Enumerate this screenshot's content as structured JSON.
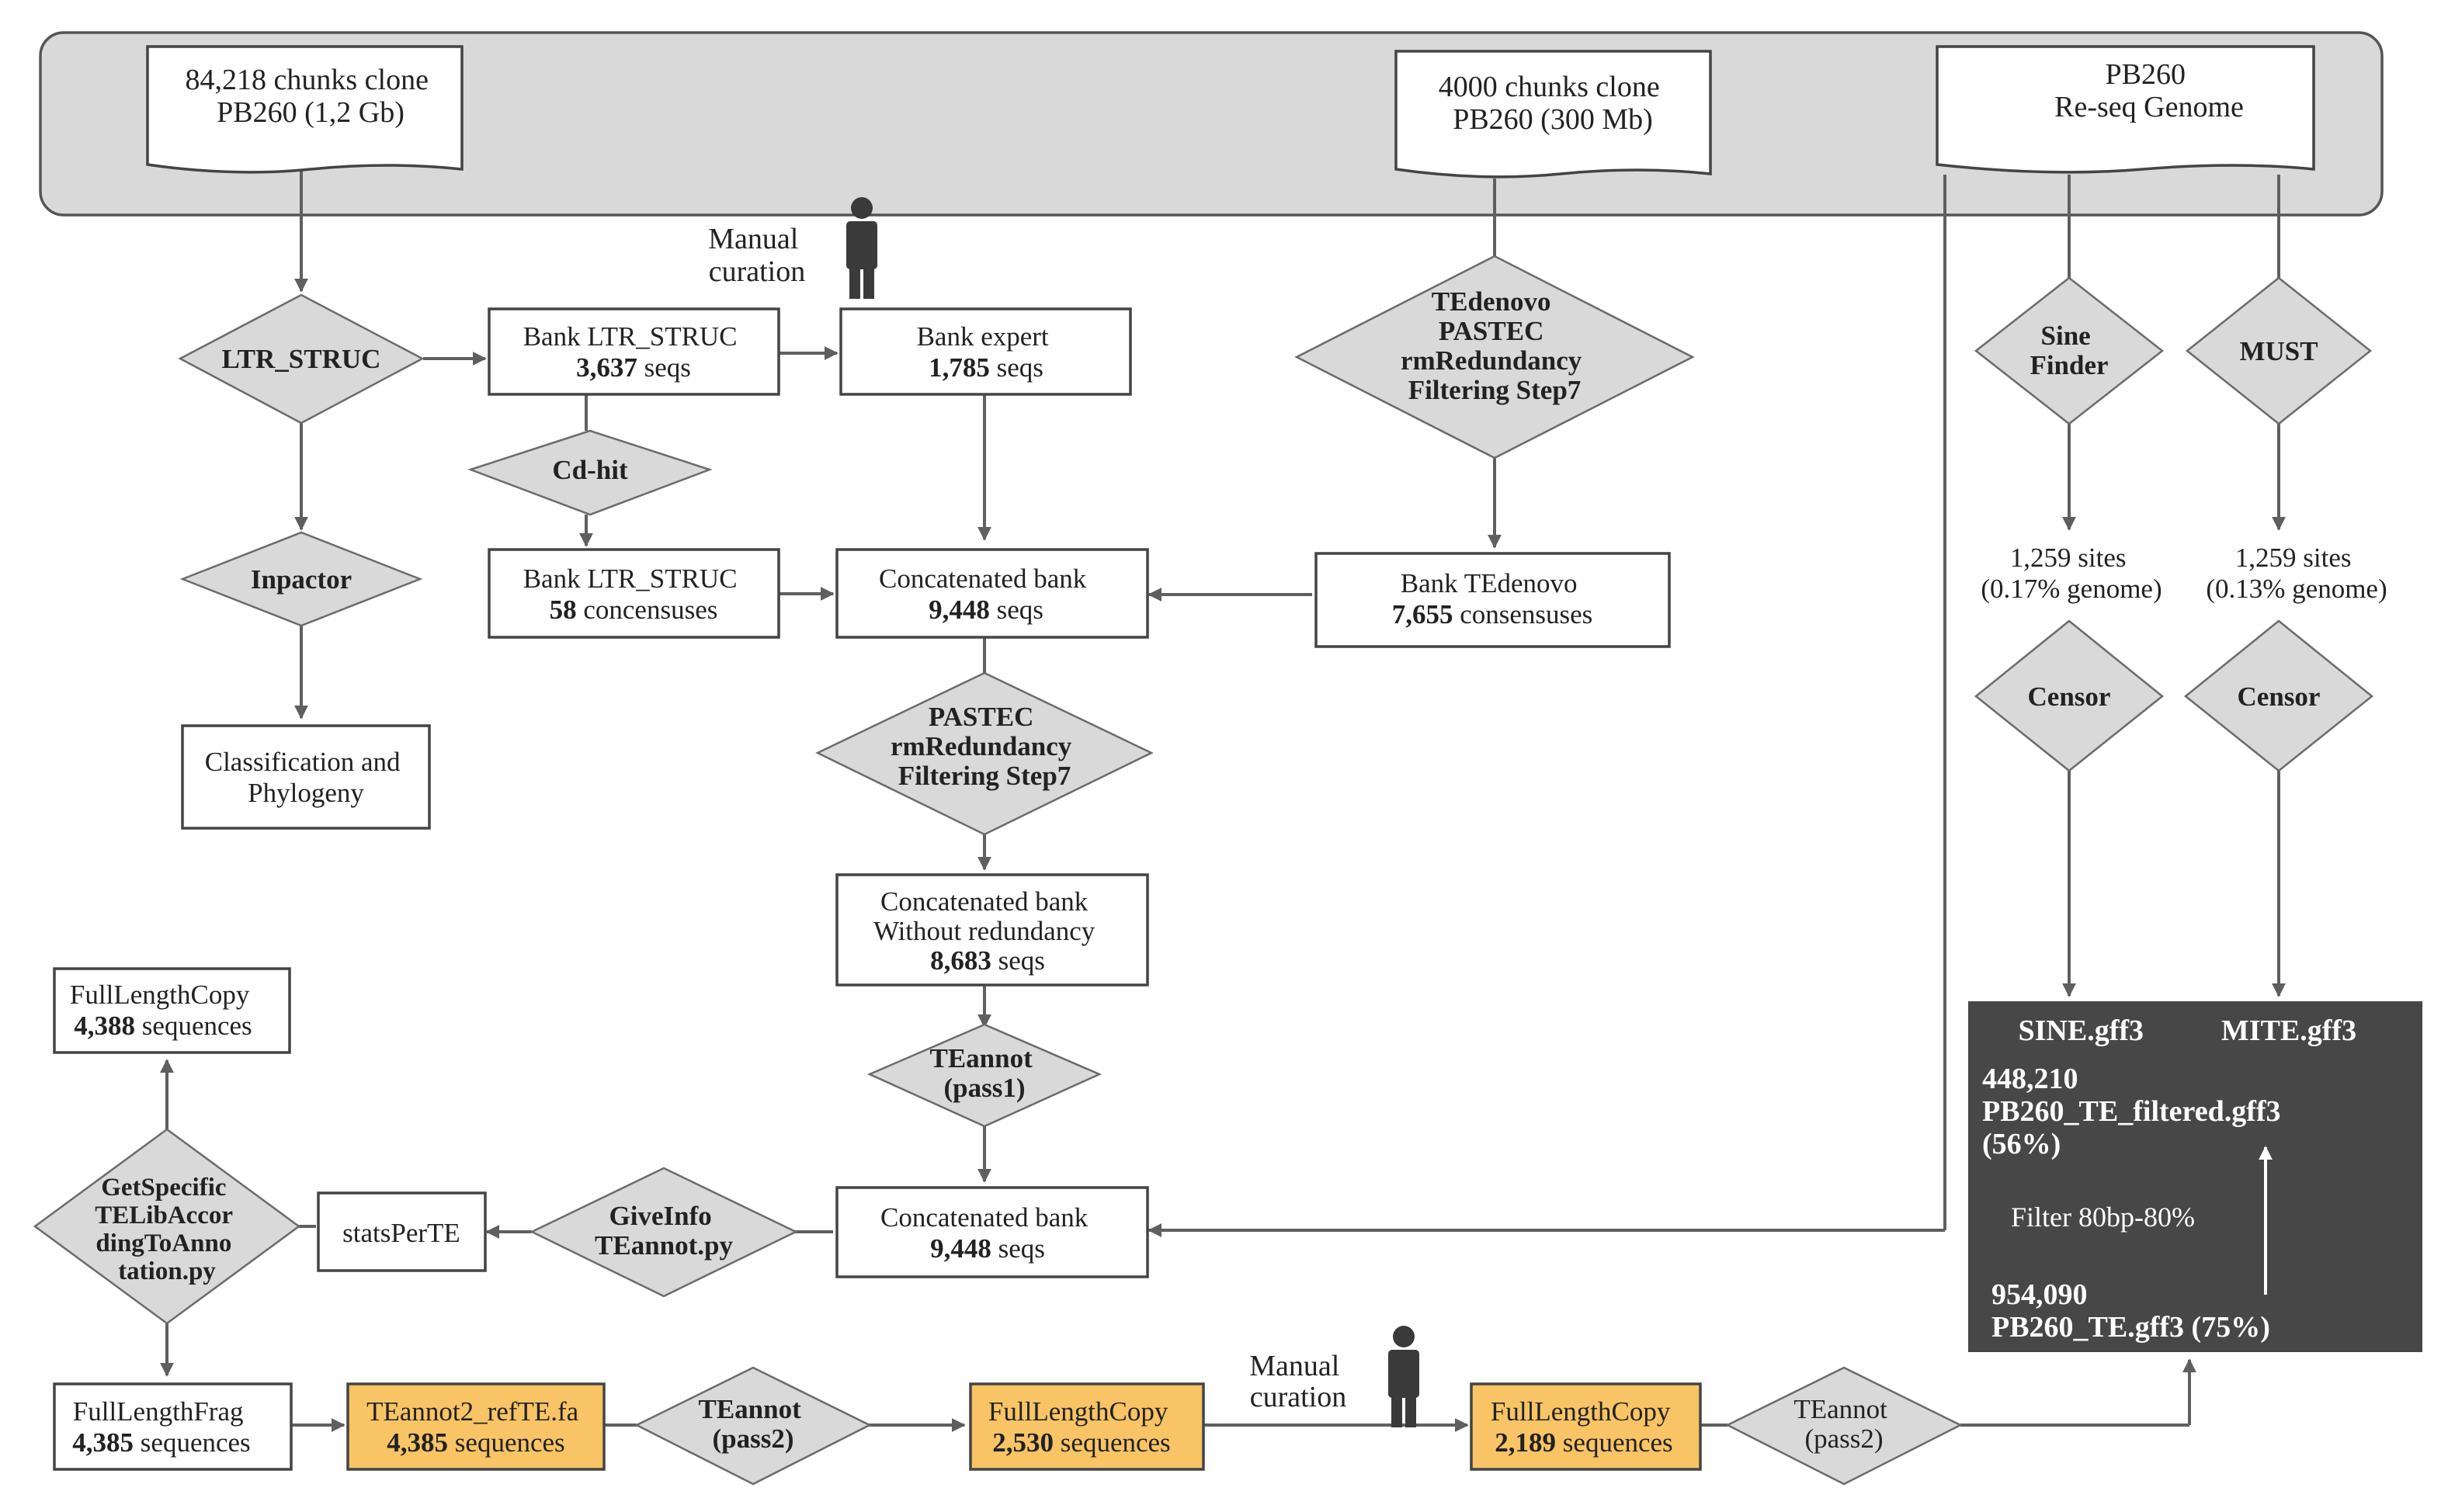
{
  "sources": {
    "clone_1": [
      "84,218 chunks clone",
      "PB260 (1,2 Gb)"
    ],
    "clone_2": [
      "4000 chunks clone",
      "PB260 (300 Mb)"
    ],
    "reseq": [
      "PB260",
      "Re-seq Genome"
    ]
  },
  "manual_curation": [
    "Manual",
    "curation"
  ],
  "processes": {
    "ltr_struc": [
      "LTR_STRUC"
    ],
    "inpactor": [
      "Inpactor"
    ],
    "cdhit": [
      "Cd-hit"
    ],
    "tedenovo": [
      "TEdenovo",
      "PASTEC",
      "rmRedundancy",
      "Filtering Step7"
    ],
    "sine_finder": [
      "Sine",
      "Finder"
    ],
    "must": [
      "MUST"
    ],
    "censor_1": [
      "Censor"
    ],
    "censor_2": [
      "Censor"
    ],
    "pastec": [
      "PASTEC",
      "rmRedundancy",
      "Filtering Step7"
    ],
    "teannot_pass1": [
      "TEannot",
      "(pass1)"
    ],
    "giveinfo": [
      "GiveInfo",
      "TEannot.py"
    ],
    "getspecific": [
      "GetSpecific",
      "TELibAccor",
      "dingToAnno",
      "tation.py"
    ],
    "teannot_pass2_a": [
      "TEannot",
      "(pass2)"
    ],
    "teannot_pass2_b": [
      "TEannot",
      "(pass2)"
    ]
  },
  "boxes": {
    "bank_ltr": {
      "line1": "Bank LTR_STRUC",
      "num": "3,637",
      "unit": " seqs"
    },
    "bank_expert": {
      "line1": "Bank expert",
      "num": "1,785",
      "unit": " seqs"
    },
    "bank_ltr_cons": {
      "line1": "Bank LTR_STRUC",
      "num": "58",
      "unit": " concensuses"
    },
    "concat_1": {
      "line1": "Concatenated bank",
      "num": "9,448",
      "unit": " seqs"
    },
    "bank_tedenovo": {
      "line1": "Bank TEdenovo",
      "num": "7,655",
      "unit": " consensuses"
    },
    "classification": {
      "line1": "Classification and",
      "line2": "Phylogeny"
    },
    "concat_nored": {
      "line1": "Concatenated bank",
      "line2": "Without redundancy",
      "num": "8,683",
      "unit": " seqs"
    },
    "concat_2": {
      "line1": "Concatenated bank",
      "num": "9,448",
      "unit": " seqs"
    },
    "statspertE": {
      "line1": "statsPerTE"
    },
    "fulllengthcopy_top": {
      "line1": "FullLengthCopy",
      "num": "4,388",
      "unit": " sequences"
    },
    "fulllengthfrag": {
      "line1": "FullLengthFrag",
      "num": "4,385",
      "unit": " sequences"
    },
    "teannot2_ref": {
      "line1": "TEannot2_refTE.fa",
      "num": "4,385",
      "unit": " sequences"
    },
    "flc_2530": {
      "line1": "FullLengthCopy",
      "num": "2,530",
      "unit": " sequences"
    },
    "flc_2189": {
      "line1": "FullLengthCopy",
      "num": "2,189",
      "unit": " sequences"
    }
  },
  "sites": {
    "sine": [
      "1,259 sites",
      "(0.17% genome)"
    ],
    "mite": [
      "1,259 sites",
      "(0.13% genome)"
    ]
  },
  "results": {
    "sine_gff": "SINE.gff3",
    "mite_gff": "MITE.gff3",
    "filtered": [
      "448,210",
      "PB260_TE_filtered.gff3",
      "(56%)"
    ],
    "filter_label": "Filter 80bp-80%",
    "full": [
      "954,090",
      "PB260_TE.gff3 (75%)"
    ]
  },
  "colors": {
    "band": "#d9d9d9",
    "diamond": "#d9d9d9",
    "highlight": "#f8c465",
    "result_panel": "#474747",
    "line": "#5f5f5f"
  }
}
